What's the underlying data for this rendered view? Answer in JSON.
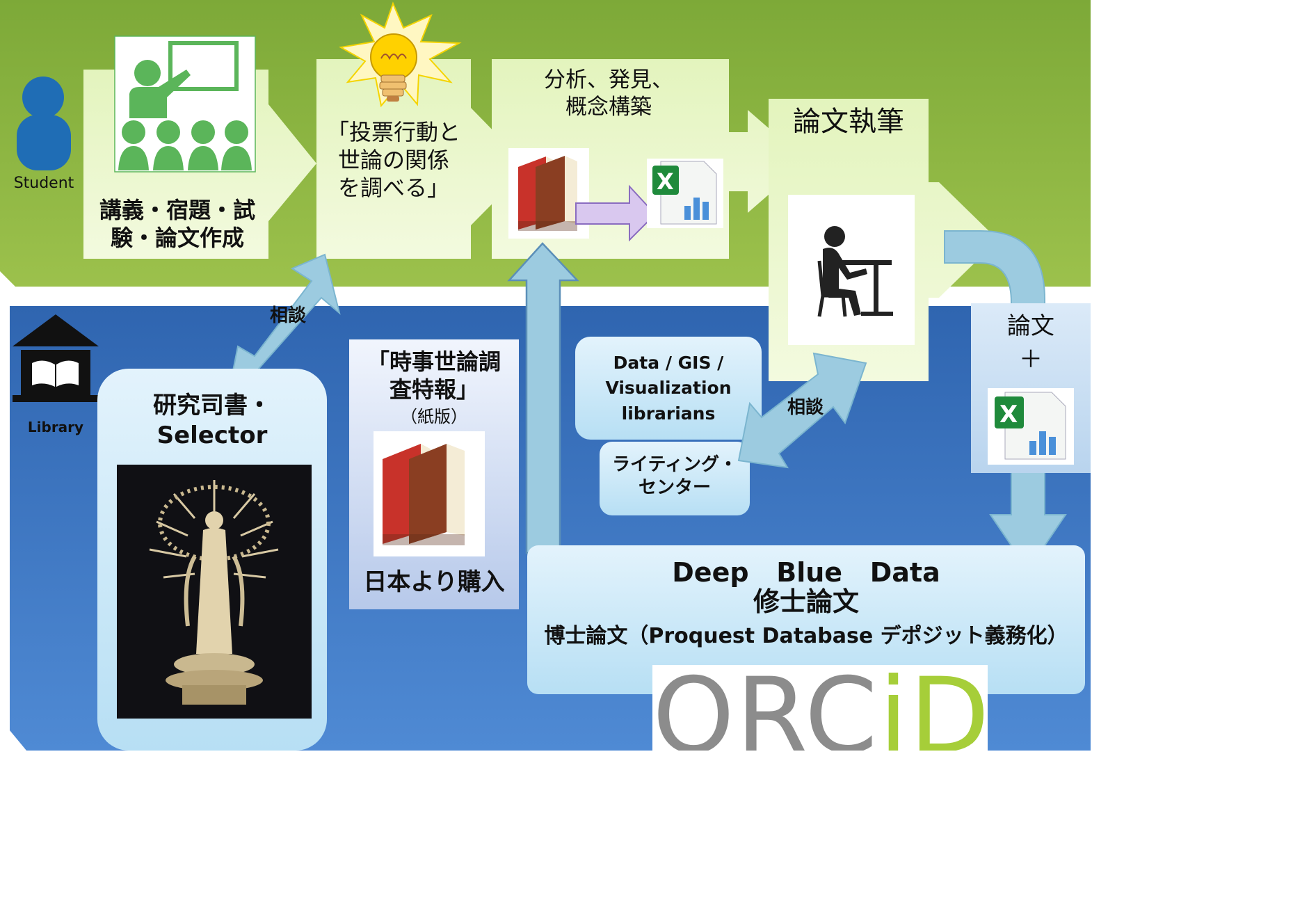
{
  "student": {
    "label": "Student"
  },
  "library": {
    "label": "Library"
  },
  "steps": {
    "lecture": "講義・宿題・試\n験・論文作成",
    "topic": "「投票行動と\n世論の関係\nを調べる」",
    "analysis": "分析、発見、\n概念構築",
    "writing": "論文執筆"
  },
  "consult": {
    "left": "相談",
    "right": "相談"
  },
  "selector": {
    "title": "研究司書・\nSelector"
  },
  "jiji": {
    "title": "「時事世論調\n査特報」",
    "subtitle": "（紙版）",
    "purchase": "日本より購入"
  },
  "data_librarians": "Data / GIS /\nVisualization\nlibrarians",
  "writing_center": "ライティング・\nセンター",
  "output": {
    "label": "論文\n＋"
  },
  "repository": {
    "line1": "Deep   Blue   Data",
    "line2": "修士論文",
    "line3": "博士論文（Proquest Database デポジット義務化）"
  },
  "orcid": {
    "text": "ORCiD"
  },
  "colors": {
    "student_band": "#8cb33e",
    "library_band": "#3d74bf",
    "step_box": "#e7f5c4",
    "arrow_blue": "#9ccbe0",
    "output_box": "#cfe3f5",
    "orcid_green": "#a6ce39",
    "orcid_gray": "#8c8c8c"
  }
}
